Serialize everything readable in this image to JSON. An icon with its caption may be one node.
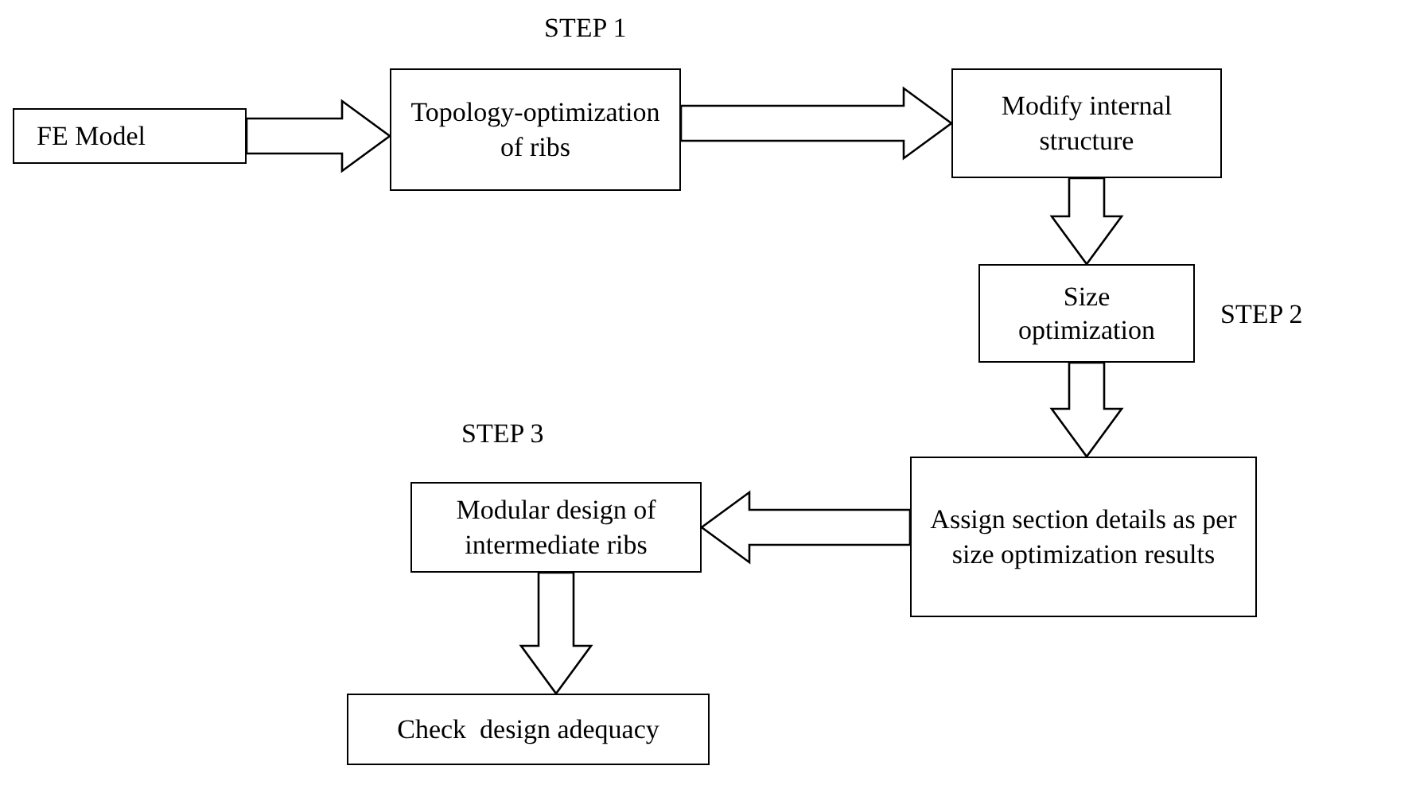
{
  "diagram": {
    "nodes": [
      {
        "text": [
          "FE Model"
        ]
      },
      {
        "text": [
          "Topology-optimization of ribs"
        ]
      },
      {
        "text": [
          "Modify internal structure"
        ]
      },
      {
        "text": [
          "Size optimization"
        ]
      },
      {
        "text": [
          "Assign section details as per size optimization results"
        ]
      },
      {
        "text": [
          "Modular design of intermediate ribs"
        ]
      },
      {
        "text": [
          "Check  design adequacy"
        ]
      }
    ],
    "edges": [
      {
        "from": 0,
        "to": 1,
        "arrow": "to"
      },
      {
        "from": 1,
        "to": 2,
        "arrow": "to"
      },
      {
        "from": 2,
        "to": 3,
        "arrow": "to"
      },
      {
        "from": 3,
        "to": 4,
        "arrow": "to"
      },
      {
        "from": 4,
        "to": 5,
        "arrow": "to"
      },
      {
        "from": 5,
        "to": 6,
        "arrow": "to"
      }
    ],
    "labels": [
      "STEP 1",
      "STEP 2",
      "STEP 3"
    ]
  }
}
